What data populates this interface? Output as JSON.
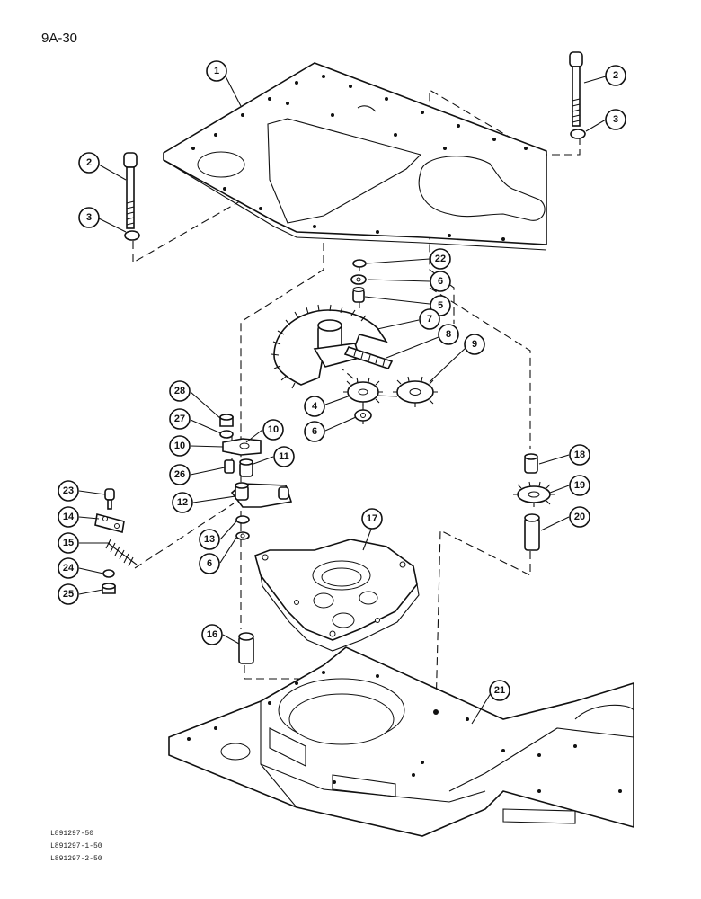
{
  "page_label": "9A-30",
  "part_numbers": [
    "1",
    "2",
    "3",
    "2",
    "3",
    "22",
    "6",
    "5",
    "7",
    "8",
    "9",
    "4",
    "6",
    "28",
    "27",
    "10",
    "10",
    "11",
    "26",
    "12",
    "23",
    "14",
    "15",
    "24",
    "25",
    "13",
    "6",
    "17",
    "16",
    "18",
    "19",
    "20",
    "21"
  ],
  "drawing_refs": [
    "L891297-50",
    "L891297-1-50",
    "L891297-2-50"
  ]
}
